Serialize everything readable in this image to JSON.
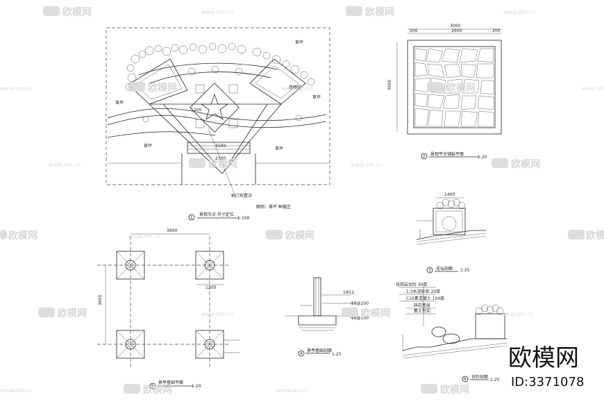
{
  "drawings": {
    "plan": {
      "title": "景观节点 尺寸定位",
      "scale": "1:100",
      "number": "1",
      "labels": [
        "草坪",
        "草坪",
        "草坪",
        "草坪",
        "草坪",
        "植物区",
        "树穴布置详"
      ],
      "legend": "图例：草坪     种植区",
      "dims": [
        "3100",
        "2300",
        "1200"
      ]
    },
    "paving": {
      "title": "景观平台铺装平面",
      "scale": "1:20",
      "number": "2",
      "dim_top": "3000",
      "dim_left": "3000",
      "dim_parts": [
        "200",
        "2600",
        "200"
      ]
    },
    "tree_pit": {
      "title": "花坛剖面",
      "scale": "1:25",
      "number": "3",
      "dim": "1400"
    },
    "footing_plan": {
      "title": "景亭基础平面",
      "scale": "1:20",
      "number": "5",
      "dim_top": "3600",
      "dim_left": "3600",
      "dim_bottom": "1200"
    },
    "footing_section": {
      "title": "景亭基础剖面",
      "scale": "1:25",
      "number": "4",
      "notes": [
        "1Φ12",
        "Φ8@200",
        "Φ8@150"
      ]
    },
    "step_section": {
      "title": "台阶剖面",
      "scale": "1:25",
      "number": "6",
      "notes": [
        "花岗岩台阶 30厚",
        "1:3水泥砂浆 20厚",
        "C15素混凝土 100厚",
        "碎石垫层",
        "素土夯实"
      ]
    }
  },
  "watermark": {
    "brand": "欧模网",
    "site": "www.om.cn",
    "id": "ID:3371078"
  }
}
